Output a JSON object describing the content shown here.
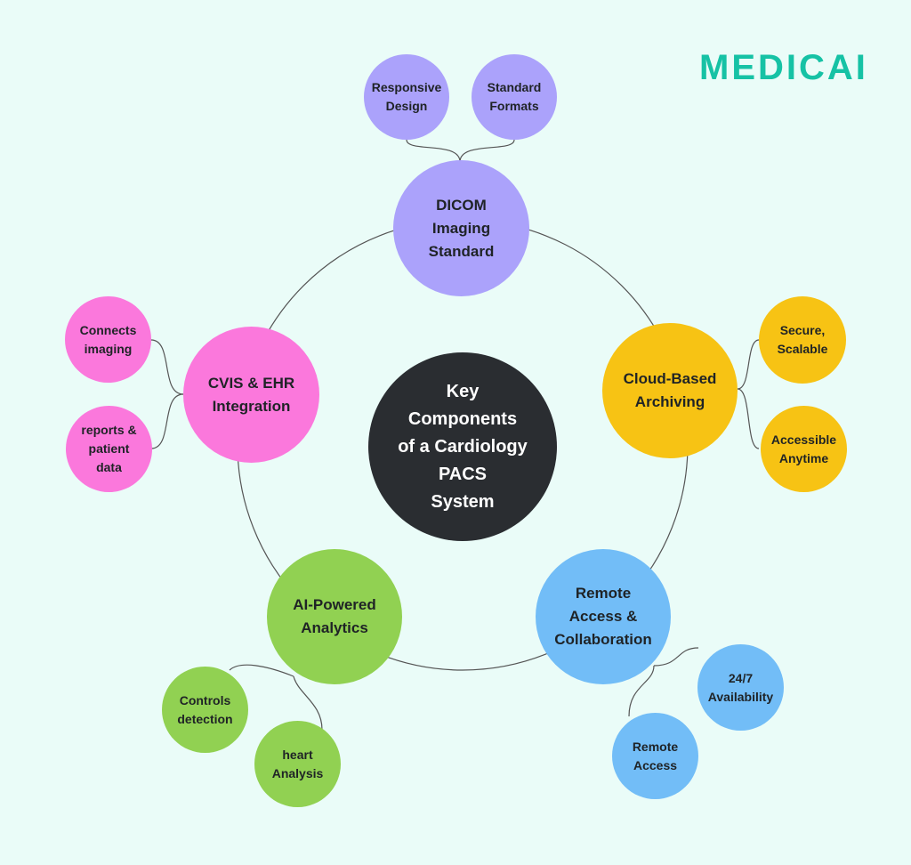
{
  "logo": {
    "text": "MEDICAI",
    "color": "#16c2a5"
  },
  "colors": {
    "background": "#eafcf8",
    "center": "#2a2d31",
    "purple": "#aba2fb",
    "yellow": "#f7c314",
    "blue": "#72bdf7",
    "green": "#91d152",
    "pink": "#fb78dc",
    "connector": "#555555"
  },
  "center": {
    "label": "Key\nComponents\nof a Cardiology\nPACS\nSystem"
  },
  "components": [
    {
      "id": "dicom",
      "label": "DICOM\nImaging\nStandard",
      "color": "purple",
      "children": [
        "Responsive\nDesign",
        "Standard\nFormats"
      ]
    },
    {
      "id": "cloud",
      "label": "Cloud-Based\nArchiving",
      "color": "yellow",
      "children": [
        "Secure,\nScalable",
        "Accessible\nAnytime"
      ]
    },
    {
      "id": "remote",
      "label": "Remote\nAccess &\nCollaboration",
      "color": "blue",
      "children": [
        "24/7\nAvailability",
        "Remote\nAccess"
      ]
    },
    {
      "id": "ai",
      "label": "AI-Powered\nAnalytics",
      "color": "green",
      "children": [
        "Controls\ndetection",
        "heart\nAnalysis"
      ]
    },
    {
      "id": "cvis",
      "label": "CVIS & EHR\nIntegration",
      "color": "pink",
      "children": [
        "Connects\nimaging",
        "reports &\npatient\ndata"
      ]
    }
  ]
}
